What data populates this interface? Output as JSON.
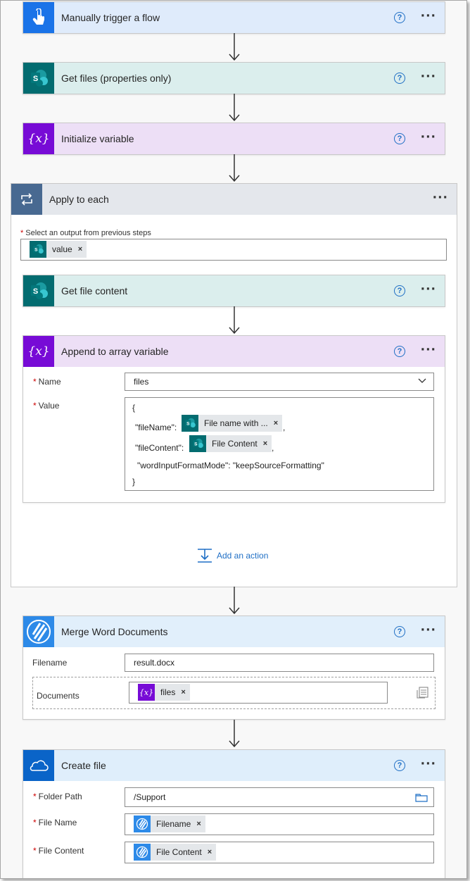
{
  "colors": {
    "trigger_header": "#dfebfb",
    "sharepoint_header": "#dbeeed",
    "variable_header": "#eddff6",
    "apply_header": "#e4e7ec",
    "merge_header": "#e1effb",
    "onedrive_header": "#dfeefb",
    "link": "#1f6fc5"
  },
  "steps": {
    "trigger": {
      "title": "Manually trigger a flow",
      "icon": "hand-touch-icon"
    },
    "get_files": {
      "title": "Get files (properties only)",
      "icon": "sharepoint-icon"
    },
    "init_var": {
      "title": "Initialize variable",
      "icon": "variable-icon",
      "glyph": "{x}"
    }
  },
  "apply": {
    "title": "Apply to each",
    "select_label": "Select an output from previous steps",
    "token": "value",
    "get_content": {
      "title": "Get file content"
    },
    "append": {
      "title": "Append to array variable",
      "name_label": "Name",
      "name_value": "files",
      "value_label": "Value",
      "value_lines": {
        "open_brace": "{",
        "filename_key": "\"fileName\":",
        "filename_token": "File name with ...",
        "comma1": ",",
        "filecontent_key": "\"fileContent\":",
        "filecontent_token": "File Content",
        "comma2": ",",
        "format_line": "\"wordInputFormatMode\": \"keepSourceFormatting\"",
        "close_brace": "}"
      }
    },
    "add_action": "Add an action"
  },
  "merge": {
    "title": "Merge Word Documents",
    "filename_label": "Filename",
    "filename_value": "result.docx",
    "documents_label": "Documents",
    "documents_token": "files"
  },
  "create": {
    "title": "Create file",
    "folder_label": "Folder Path",
    "folder_value": "/Support",
    "filename_label": "File Name",
    "filename_token": "Filename",
    "content_label": "File Content",
    "content_token": "File Content"
  },
  "ui": {
    "help": "?",
    "more": "···",
    "remove": "×",
    "required": "*"
  }
}
